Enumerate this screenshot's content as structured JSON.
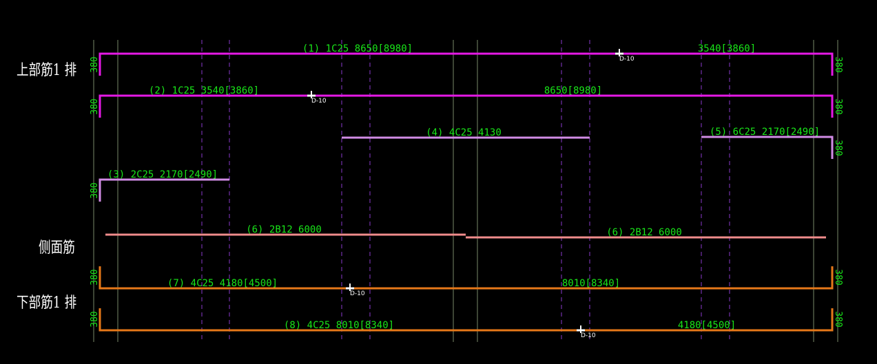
{
  "row_titles": {
    "top": "上部筋1 排",
    "side": "侧面筋",
    "bottom": "下部筋1 排"
  },
  "colors": {
    "background": "#000000",
    "top_bar": "#e619e6",
    "support_bar": "#d28ce6",
    "side_bar": "#f08c8c",
    "bottom_bar": "#e67819",
    "text": "#19e619",
    "grid_solid": "#7a8a6a",
    "grid_dashed": "#8a3acb"
  },
  "hook_labels": {
    "r1_left": "380",
    "r1_right": "380",
    "r2_left": "380",
    "r2_right": "380",
    "r3_right": "380",
    "r4_left": "380",
    "r6_left": "380",
    "r6_right": "380",
    "r7_left": "380",
    "r7_right": "380"
  },
  "bar_labels": {
    "b1a": "(1) 1C25 8650[8980]",
    "b1b": "3540[3860]",
    "b2a": "(2) 1C25 3540[3860]",
    "b2b": "8650[8980]",
    "b4": "(4) 4C25 4130",
    "b5": "(5) 6C25 2170[2490]",
    "b3": "(3) 2C25 2170[2490]",
    "b6a": "(6) 2B12 6000",
    "b6b": "(6) 2B12 6000",
    "b7a": "(7) 4C25 4180[4500]",
    "b7b": "8010[8340]",
    "b8a": "(8) 4C25 8010[8340]",
    "b8b": "4180[4500]"
  },
  "coupler_labels": {
    "c1": "D-10",
    "c2": "D-10",
    "c3": "D-10",
    "c4": "D-10"
  }
}
